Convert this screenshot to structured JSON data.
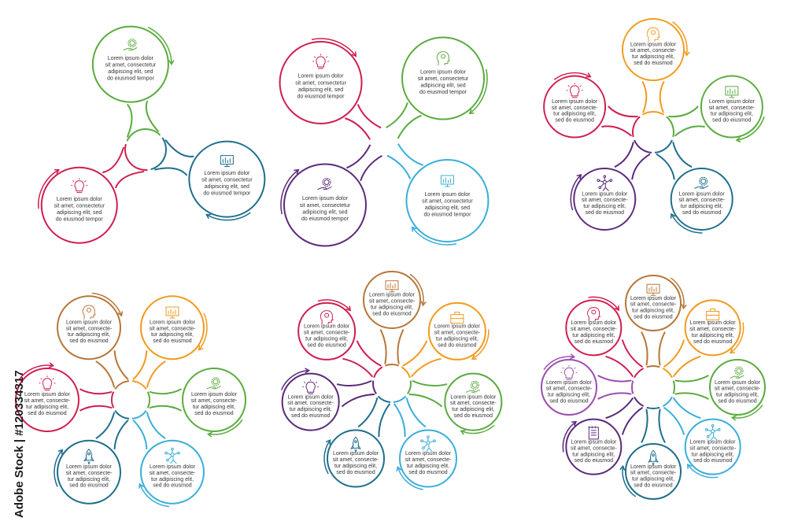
{
  "colors": {
    "red": "#cf1f4f",
    "green": "#5aab3f",
    "orange": "#f29a1e",
    "brown": "#b5773a",
    "purple": "#5a2a7a",
    "blue": "#3aaed8",
    "teal": "#1f6e8c",
    "violet": "#9b4fb0",
    "watermark": "#1a1a1a"
  },
  "watermark_text": "Adobe Stock | #120334317",
  "diagrams": [
    {
      "id": "three-option",
      "nodes": [
        {
          "color": "green",
          "icon": "hand-gear-icon",
          "lines": [
            "Lorem ipsum dolor",
            "sit amet, consectetur",
            "adipiscing elit, sed",
            "do eiusmod tempor"
          ]
        },
        {
          "color": "teal",
          "icon": "monitor-chart-icon",
          "lines": [
            "Lorem ipsum dolor",
            "sit amet, consectetur",
            "adipiscing elit, sed",
            "do eiusmod tempor"
          ]
        },
        {
          "color": "red",
          "icon": "lightbulb-icon",
          "lines": [
            "Lorem ipsum dolor",
            "sit amet, consectetur",
            "adipiscing elit, sed",
            "do eiusmod tempor"
          ]
        }
      ]
    },
    {
      "id": "four-option",
      "nodes": [
        {
          "color": "red",
          "icon": "lightbulb-icon",
          "lines": [
            "Lorem ipsum dolor",
            "sit amet, consectetur",
            "adipiscing elit, sed",
            "do eiusmod tempor"
          ]
        },
        {
          "color": "green",
          "icon": "head-gear-icon",
          "lines": [
            "Lorem ipsum dolor",
            "sit amet, consectetur",
            "adipiscing elit, sed",
            "do eiusmod tempor"
          ]
        },
        {
          "color": "blue",
          "icon": "monitor-chart-icon",
          "lines": [
            "Lorem ipsum dolor",
            "sit amet, consectetur",
            "adipiscing elit, sed",
            "do eiusmod tempor"
          ]
        },
        {
          "color": "purple",
          "icon": "hand-gear-icon",
          "lines": [
            "Lorem ipsum dolor",
            "sit amet, consectetur",
            "adipiscing elit, sed",
            "do eiusmod tempor"
          ]
        }
      ]
    },
    {
      "id": "five-option",
      "nodes": [
        {
          "color": "orange",
          "icon": "head-gear-icon",
          "lines": [
            "Lorem ipsum dolor",
            "sit amet, consecte-",
            "tur adipiscing elit,",
            "sed do eiusmod"
          ]
        },
        {
          "color": "green",
          "icon": "monitor-chart-icon",
          "lines": [
            "Lorem ipsum dolor",
            "sit amet, consecte-",
            "tur adipiscing elit,",
            "sed do eiusmod"
          ]
        },
        {
          "color": "teal",
          "icon": "hand-gear-icon",
          "lines": [
            "Lorem ipsum dolor",
            "sit amet, consecte-",
            "tur adipiscing elit,",
            "sed do eiusmod"
          ]
        },
        {
          "color": "purple",
          "icon": "network-hand-icon",
          "lines": [
            "Lorem ipsum dolor",
            "sit amet, consecte-",
            "tur adipiscing elit,",
            "sed do eiusmod"
          ]
        },
        {
          "color": "red",
          "icon": "lightbulb-icon",
          "lines": [
            "Lorem ipsum dolor",
            "sit amet, consecte-",
            "tur adipiscing elit,",
            "sed do eiusmod"
          ]
        }
      ]
    },
    {
      "id": "six-option",
      "nodes": [
        {
          "color": "brown",
          "icon": "head-gear-icon",
          "lines": [
            "Lorem ipsum dolor",
            "sit amet, consecte-",
            "tur adipiscing elit,",
            "sed do eiusmod"
          ]
        },
        {
          "color": "orange",
          "icon": "monitor-chart-icon",
          "lines": [
            "Lorem ipsum dolor",
            "sit amet, consecte-",
            "tur adipiscing elit,",
            "sed do eiusmod"
          ]
        },
        {
          "color": "green",
          "icon": "hand-gear-icon",
          "lines": [
            "Lorem ipsum dolor",
            "sit amet, consecte-",
            "tur adipiscing elit,",
            "sed do eiusmod"
          ]
        },
        {
          "color": "blue",
          "icon": "network-hand-icon",
          "lines": [
            "Lorem ipsum dolor",
            "sit amet, consecte-",
            "tur adipiscing elit,",
            "sed do eiusmod"
          ]
        },
        {
          "color": "teal",
          "icon": "rocket-icon",
          "lines": [
            "Lorem ipsum dolor",
            "sit amet, consecte-",
            "tur adipiscing elit,",
            "sed do eiusmod"
          ]
        },
        {
          "color": "red",
          "icon": "lightbulb-icon",
          "lines": [
            "Lorem ipsum dolor",
            "sit amet, consecte-",
            "tur adipiscing elit,",
            "sed do eiusmod"
          ]
        }
      ]
    },
    {
      "id": "seven-option",
      "nodes": [
        {
          "color": "brown",
          "icon": "monitor-chart-icon",
          "lines": [
            "Lorem ipsum dolor",
            "sit amet, consecte-",
            "tur adipiscing elit,",
            "sed do eiusmod"
          ]
        },
        {
          "color": "orange",
          "icon": "briefcase-icon",
          "lines": [
            "Lorem ipsum dolor",
            "sit amet, consecte-",
            "tur adipiscing elit,",
            "sed do eiusmod"
          ]
        },
        {
          "color": "green",
          "icon": "hand-gear-icon",
          "lines": [
            "Lorem ipsum dolor",
            "sit amet, consecte-",
            "tur adipiscing elit,",
            "sed do eiusmod"
          ]
        },
        {
          "color": "blue",
          "icon": "network-hand-icon",
          "lines": [
            "Lorem ipsum dolor",
            "sit amet, consecte-",
            "tur adipiscing elit,",
            "sed do eiusmod"
          ]
        },
        {
          "color": "teal",
          "icon": "rocket-icon",
          "lines": [
            "Lorem ipsum dolor",
            "sit amet, consecte-",
            "tur adipiscing elit,",
            "sed do eiusmod"
          ]
        },
        {
          "color": "purple",
          "icon": "lightbulb-icon",
          "lines": [
            "Lorem ipsum dolor",
            "sit amet, consecte-",
            "tur adipiscing elit,",
            "sed do eiusmod"
          ]
        },
        {
          "color": "red",
          "icon": "head-gear-icon",
          "lines": [
            "Lorem ipsum dolor",
            "sit amet, consecte-",
            "tur adipiscing elit,",
            "sed do eiusmod"
          ]
        }
      ]
    },
    {
      "id": "eight-option",
      "nodes": [
        {
          "color": "brown",
          "icon": "monitor-chart-icon",
          "lines": [
            "Lorem ipsum dolor",
            "sit amet, consecte-",
            "tur adipiscing elit,",
            "sed do eiusmod"
          ]
        },
        {
          "color": "orange",
          "icon": "briefcase-icon",
          "lines": [
            "Lorem ipsum dolor",
            "sit amet, consecte-",
            "tur adipiscing elit,",
            "sed do eiusmod"
          ]
        },
        {
          "color": "green",
          "icon": "hand-gear-icon",
          "lines": [
            "Lorem ipsum dolor",
            "sit amet, consecte-",
            "tur adipiscing elit,",
            "sed do eiusmod"
          ]
        },
        {
          "color": "blue",
          "icon": "network-hand-icon",
          "lines": [
            "Lorem ipsum dolor",
            "sit amet, consecte-",
            "tur adipiscing elit,",
            "sed do eiusmod"
          ]
        },
        {
          "color": "teal",
          "icon": "rocket-icon",
          "lines": [
            "Lorem ipsum dolor",
            "sit amet, consecte-",
            "tur adipiscing elit,",
            "sed do eiusmod"
          ]
        },
        {
          "color": "purple",
          "icon": "notepad-icon",
          "lines": [
            "Lorem ipsum dolor",
            "sit amet, consecte-",
            "tur adipiscing elit,",
            "sed do eiusmod"
          ]
        },
        {
          "color": "violet",
          "icon": "lightbulb-icon",
          "lines": [
            "Lorem ipsum dolor",
            "sit amet, consecte-",
            "tur adipiscing elit,",
            "sed do eiusmod"
          ]
        },
        {
          "color": "red",
          "icon": "head-gear-icon",
          "lines": [
            "Lorem ipsum dolor",
            "sit amet, consecte-",
            "tur adipiscing elit,",
            "sed do eiusmod"
          ]
        }
      ]
    }
  ]
}
